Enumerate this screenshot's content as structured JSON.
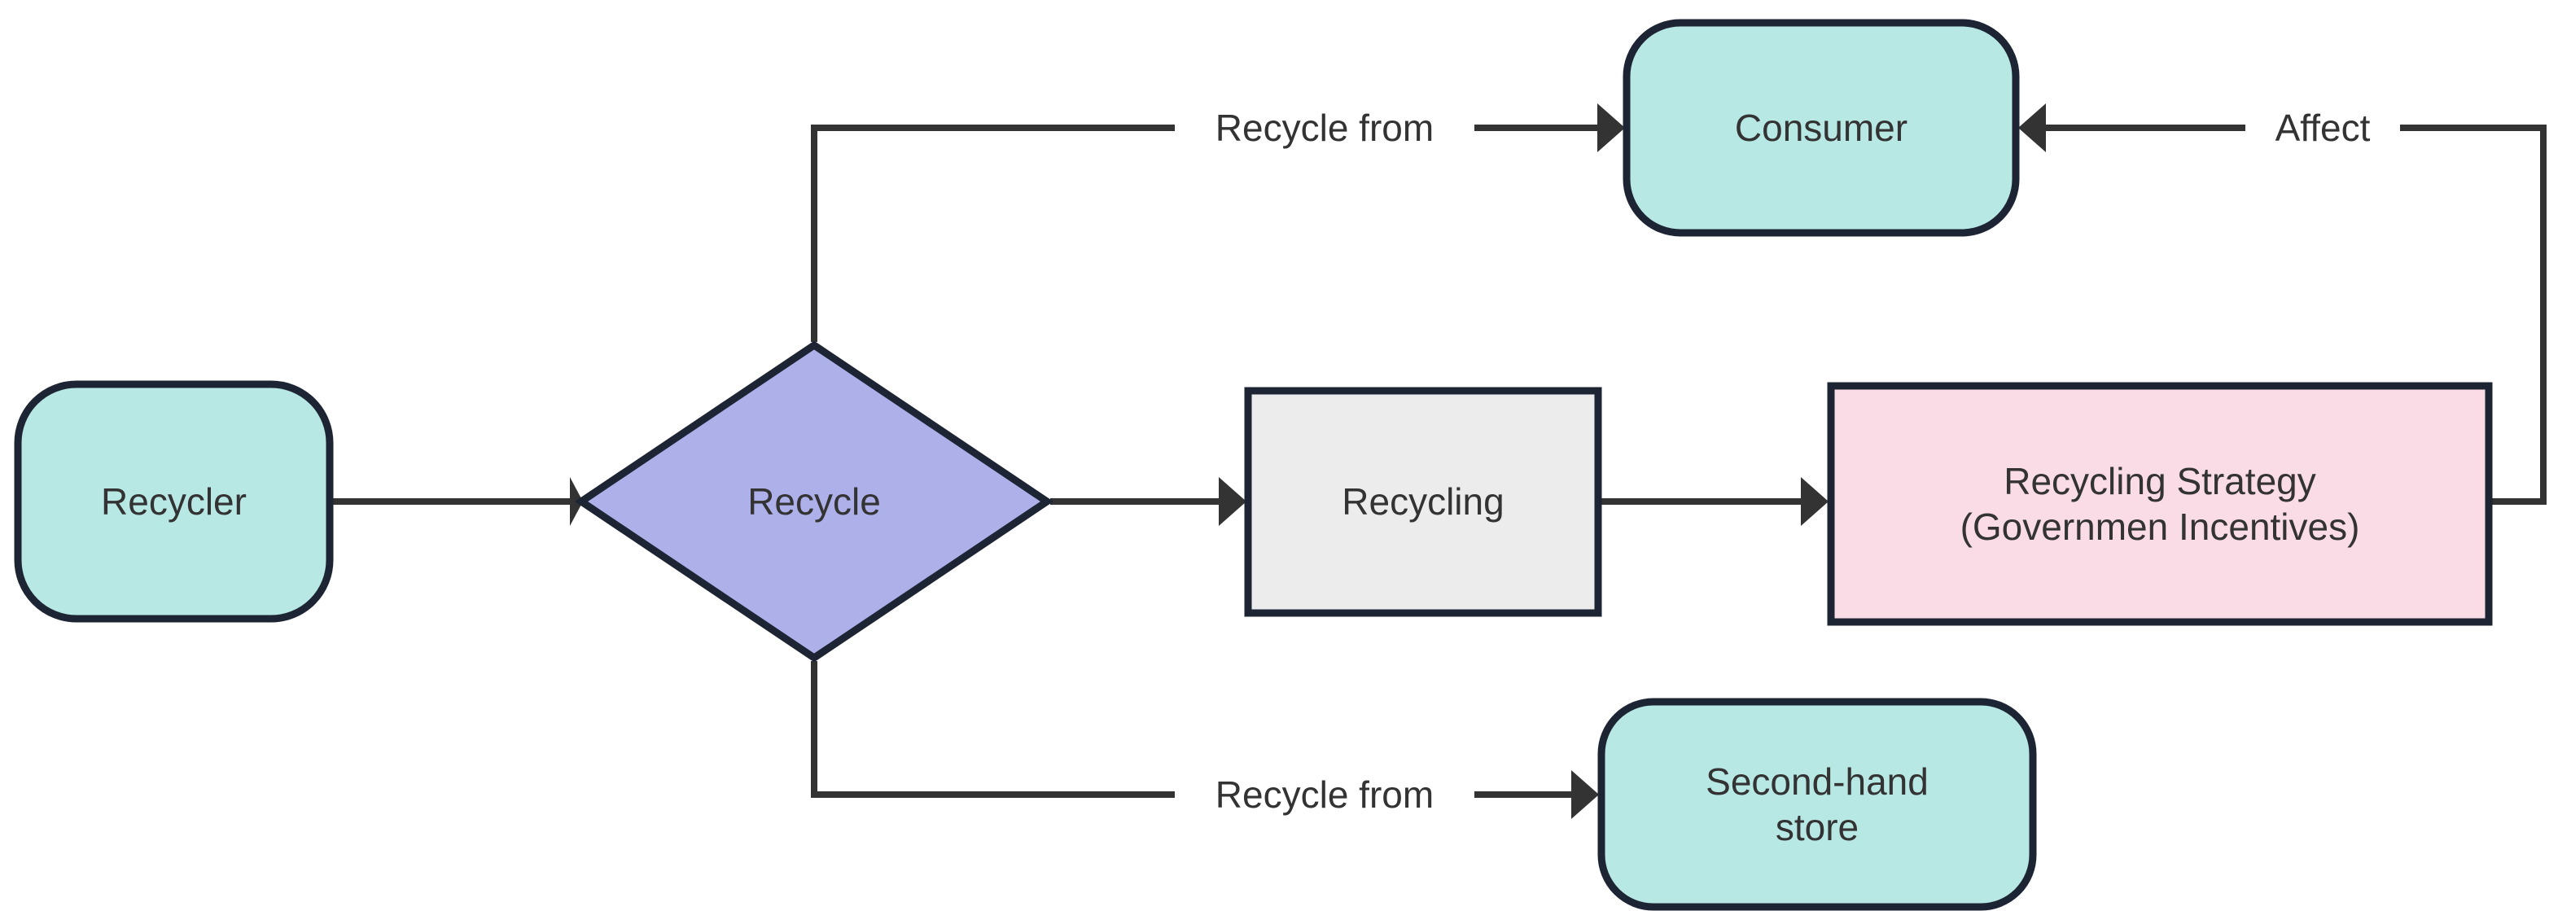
{
  "diagram": {
    "type": "flowchart",
    "direction": "left-to-right",
    "title": "",
    "background_color": "#ffffff",
    "nodes": [
      {
        "id": "recycler",
        "label": "Recycler",
        "shape": "stadium",
        "fill": "#b8e8e4",
        "stroke": "#1d2433",
        "text_color": "#333333"
      },
      {
        "id": "recycle",
        "label": "Recycle",
        "shape": "diamond",
        "fill": "#aeb0ea",
        "stroke": "#1d2433",
        "text_color": "#333333"
      },
      {
        "id": "consumer",
        "label": "Consumer",
        "shape": "stadium",
        "fill": "#b8e8e4",
        "stroke": "#1d2433",
        "text_color": "#333333"
      },
      {
        "id": "recycling",
        "label": "Recycling",
        "shape": "rectangle",
        "fill": "#ececec",
        "stroke": "#1d2433",
        "text_color": "#333333"
      },
      {
        "id": "strategy",
        "label": "Recycling Strategy\n(Governmen Incentives)",
        "line1": "Recycling Strategy",
        "line2": "(Governmen Incentives)",
        "shape": "rectangle",
        "fill": "#fadce6",
        "stroke": "#1d2433",
        "text_color": "#333333"
      },
      {
        "id": "secondhand",
        "label": "Second-hand\nstore",
        "line1": "Second-hand",
        "line2": "store",
        "shape": "stadium",
        "fill": "#b8e8e4",
        "stroke": "#1d2433",
        "text_color": "#333333"
      }
    ],
    "edges": [
      {
        "id": "e1",
        "from": "recycler",
        "to": "recycle",
        "label": ""
      },
      {
        "id": "e2",
        "from": "recycle",
        "to": "consumer",
        "label": "Recycle from"
      },
      {
        "id": "e3",
        "from": "recycle",
        "to": "recycling",
        "label": ""
      },
      {
        "id": "e4",
        "from": "recycling",
        "to": "strategy",
        "label": ""
      },
      {
        "id": "e5",
        "from": "strategy",
        "to": "consumer",
        "label": "Affect"
      },
      {
        "id": "e6",
        "from": "recycle",
        "to": "secondhand",
        "label": "Recycle from"
      }
    ],
    "edge_color": "#333333"
  }
}
